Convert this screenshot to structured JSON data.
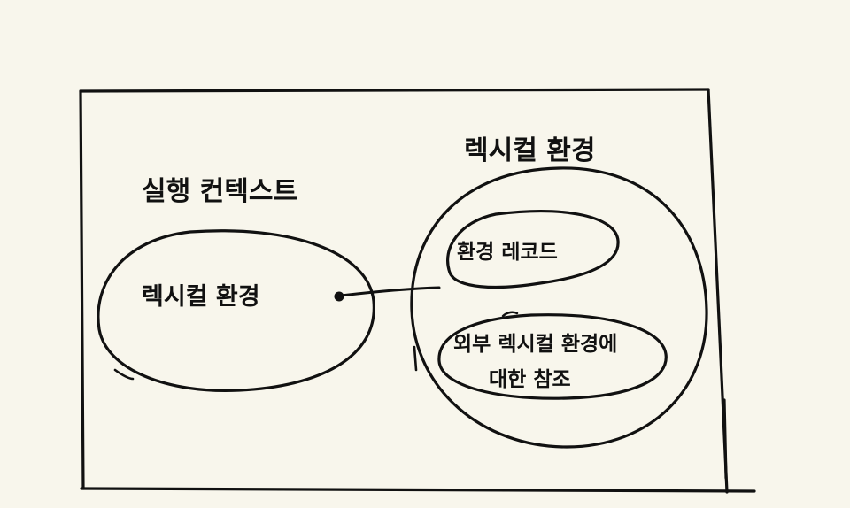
{
  "diagram": {
    "execution_context_label": "실행 컨텍스트",
    "lexical_environment_inner": "렉시컬 환경",
    "lexical_environment_title": "렉시컬 환경",
    "environment_record": "환경 레코드",
    "outer_reference_line1": "외부 렉시컬 환경에",
    "outer_reference_line2": "대한 참조"
  },
  "colors": {
    "background": "#f8f6ec",
    "ink": "#111111"
  }
}
